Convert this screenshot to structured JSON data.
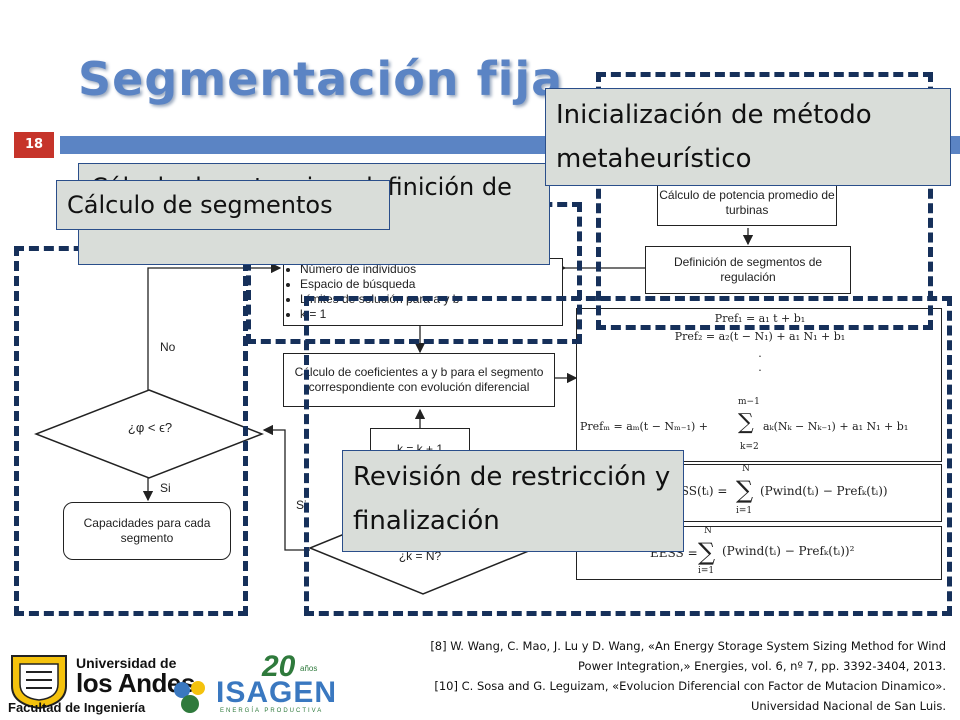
{
  "slide": {
    "title": "Segmentación fija",
    "number": "18"
  },
  "callouts": {
    "metaheuristic": "Inicialización de método metaheurístico",
    "segments": "Cálculo de segmentos",
    "power_bg": "Cálculo de potencia y definición de segmentos",
    "restriction": "Revisión de restricción y finalización"
  },
  "flow": {
    "avg_power": "Cálculo de potencia promedio de turbinas",
    "seg_def": "Definición de segmentos de regulación",
    "init_items": [
      "Número de individuos",
      "Espacio de búsqueda",
      "Límites de solución para a y b",
      "k = 1"
    ],
    "coef": "Cálculo de coeficientes a y b para el segmento correspondiente con evolución diferencial",
    "mid_box": "k = k + 1",
    "phi_check": "¿φ < ϵ?",
    "k_check": "¿k = N?",
    "no_label": "No",
    "si_label_left": "Si",
    "si_label_right": "Si",
    "capacities": "Capacidades para cada segmento"
  },
  "equations": {
    "pref1": "Pref₁ = a₁ t + b₁",
    "pref2": "Pref₂ = a₂(t − N₁) + a₁ N₁ + b₁",
    "dots": "·",
    "prefm_lhs": "Prefₘ = aₘ(t − Nₘ₋₁) +",
    "prefm_rhs": "aₖ(Nₖ − Nₖ₋₁) + a₁ N₁ + b₁",
    "prefm_sum_top": "m−1",
    "prefm_sum_bot": "k=2",
    "ess1_lhs": "ESS(tᵢ) =",
    "ess1_rhs": "(Pwind(tᵢ) − Prefₖ(tᵢ))",
    "ess2_lhs": "EESS =",
    "ess2_rhs": "(Pwind(tᵢ) − Prefₖ(tᵢ))²",
    "sum_top": "N",
    "sum_bot": "i=1",
    "sigma": "∑"
  },
  "references": [
    "[8] W. Wang, C. Mao, J. Lu y D. Wang, «An Energy Storage System Sizing Method for Wind",
    "Power Integration,» Energies, vol. 6, nº 7, pp. 3392-3404, 2013.",
    "[10] C. Sosa and G. Leguizam, «Evolucion Diferencial con Factor de Mutacion Dinamico».",
    "Universidad Nacional de San Luis."
  ],
  "logos": {
    "uniandes_line1": "Universidad de",
    "uniandes_line2": "los Andes",
    "uniandes_line3": "Facultad de Ingeniería",
    "isagen_name": "ISAGEN",
    "isagen_tag": "ENERGÍA PRODUCTIVA",
    "anniv": "20",
    "anniv_small": "años"
  },
  "colors": {
    "accent": "#5b84c4",
    "dash": "#16305a",
    "slide_number_bg": "#c6342a",
    "isagen_green": "#2f7a3c",
    "isagen_blue": "#3a78c0",
    "uniandes_yellow": "#f4c20d"
  }
}
